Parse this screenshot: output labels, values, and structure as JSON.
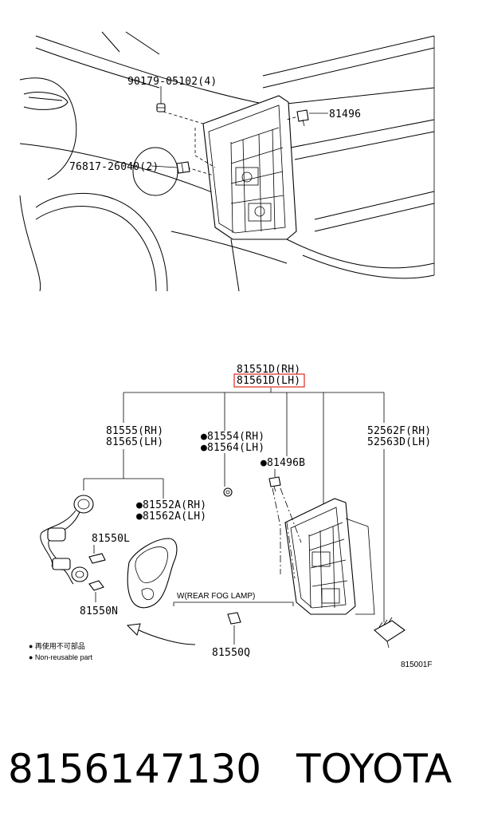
{
  "top_callouts": {
    "c90179": "90179-05102(4)",
    "c81496": "81496",
    "c76817": "76817-26040(2)"
  },
  "bottom_callouts": {
    "rh_top": "81551D(RH)",
    "lh_top": "81561D(LH)",
    "sock_rh": "81555(RH)",
    "sock_lh": "81565(LH)",
    "gask_rh": "●81554(RH)",
    "gask_lh": "●81564(LH)",
    "clip": "●81496B",
    "lamp_rh": "52562F(RH)",
    "lamp_lh": "52563D(LH)",
    "pad_rh": "●81552A(RH)",
    "pad_lh": "●81562A(LH)",
    "bulb_l": "81550L",
    "bulb_n": "81550N",
    "fog": "W(REAR FOG LAMP)",
    "bulb_q": "81550Q"
  },
  "legend": {
    "jp": "● 再使用不可部品",
    "en": "● Non-reusable part"
  },
  "figure_code": "815001F",
  "highlight_color": "#e0291f",
  "footer": {
    "part_number": "8156147130",
    "brand": "TOYOTA"
  }
}
